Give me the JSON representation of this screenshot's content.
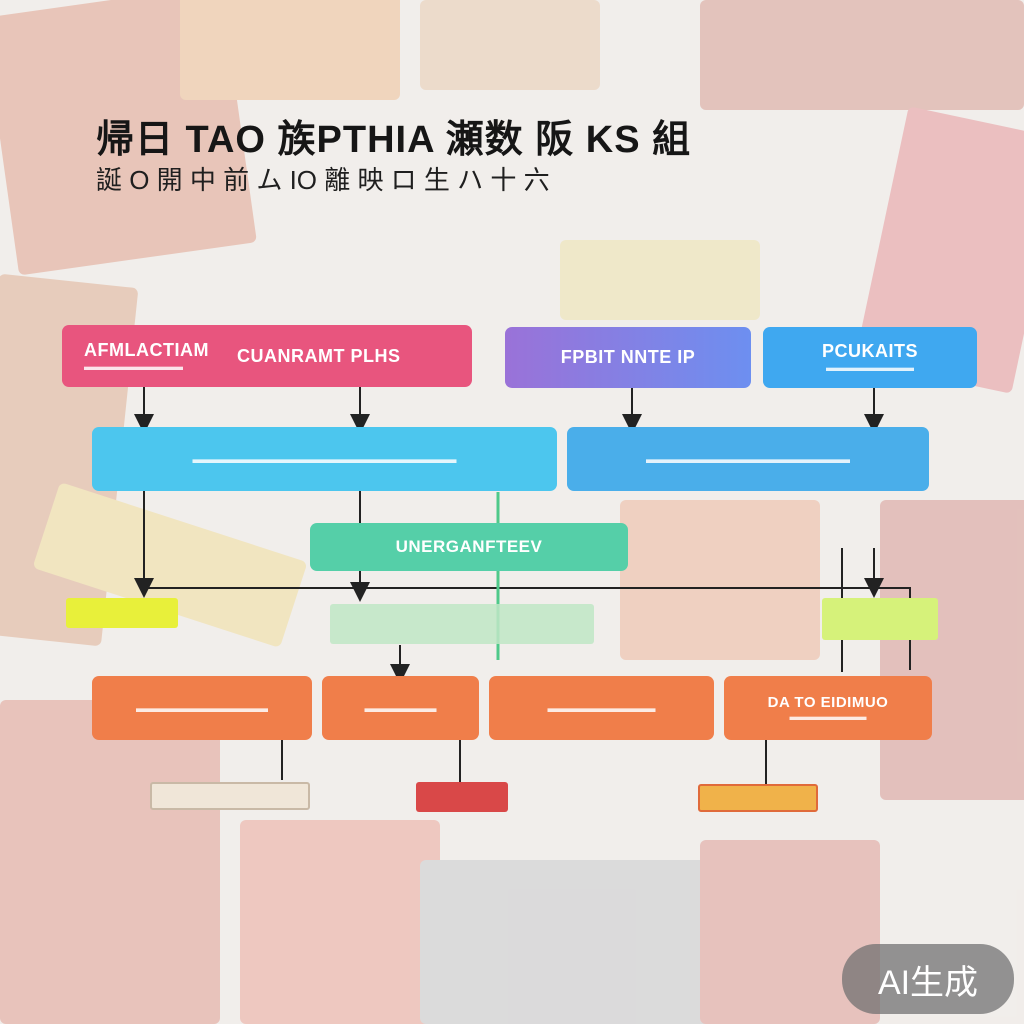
{
  "header": {
    "title": "帰日 TAO 族PTHIA 瀬数 阪 KS 組",
    "subtitle": "誕 O 開 中 前 ム IO 離 映 ロ 生 ハ 十 六"
  },
  "nodes": {
    "a_title": "AFMLACTIAM",
    "a_title_2": "CUANRAMT PLHS",
    "b_title": "FPBIT NNTE IP",
    "c_title": "PCUKAITS",
    "mid_title": "UNERGANFTEEV",
    "o4_title": "DA TO EIDIMUO"
  },
  "badge": {
    "label": "AI生成"
  },
  "colors": {
    "pink": "#e8557e",
    "purple": "#8f79e3",
    "blue": "#3fa8f0",
    "cyan": "#4cc6ee",
    "teal": "#55cfa8",
    "orange": "#f07e4a",
    "yellow": "#e8f03a",
    "lime": "#d6f27a",
    "red": "#d94848"
  }
}
